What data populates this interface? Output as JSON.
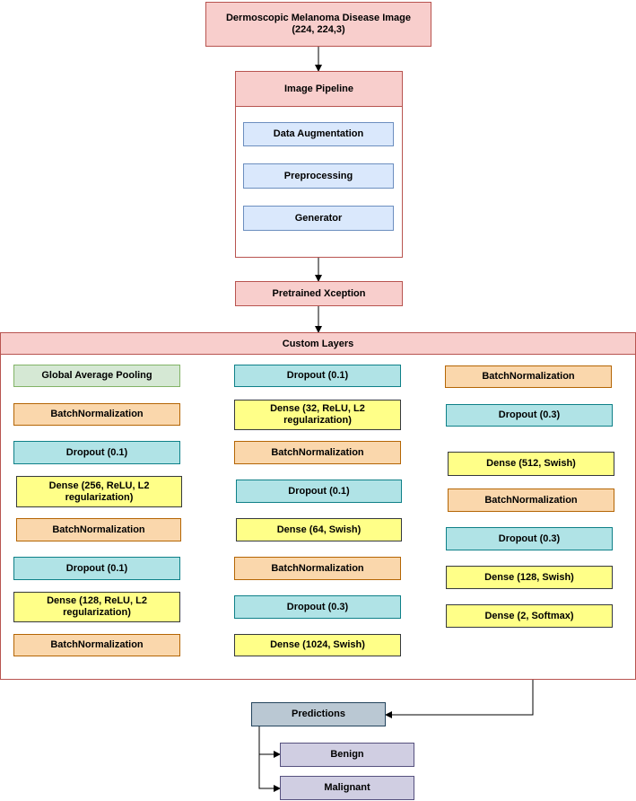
{
  "input": {
    "line1": "Dermoscopic Melanoma Disease Image",
    "line2": "(224, 224,3)"
  },
  "pipeline": {
    "title": "Image Pipeline",
    "steps": [
      "Data Augmentation",
      "Preprocessing",
      "Generator"
    ]
  },
  "pretrained": "Pretrained Xception",
  "custom": {
    "title": "Custom Layers",
    "col1": [
      "Global Average Pooling",
      "BatchNormalization",
      "Dropout (0.1)",
      "Dense (256, ReLU, L2 regularization)",
      "BatchNormalization",
      "Dropout (0.1)",
      "Dense (128, ReLU, L2 regularization)",
      "BatchNormalization"
    ],
    "col2": [
      "Dropout (0.1)",
      "Dense (32, ReLU, L2 regularization)",
      "BatchNormalization",
      "Dropout (0.1)",
      "Dense (64, Swish)",
      "BatchNormalization",
      "Dropout (0.3)",
      "Dense (1024, Swish)"
    ],
    "col3": [
      "BatchNormalization",
      "Dropout (0.3)",
      "Dense (512, Swish)",
      "BatchNormalization",
      "Dropout (0.3)",
      "Dense (128, Swish)",
      "Dense (2, Softmax)"
    ]
  },
  "predictions": {
    "title": "Predictions",
    "classes": [
      "Benign",
      "Malignant"
    ]
  }
}
